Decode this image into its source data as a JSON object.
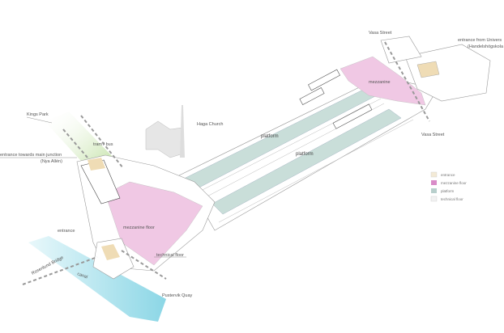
{
  "labels": {
    "kings_park": "Kings Park",
    "entrance_main_junction": "entrance towards main junction",
    "entrance_main_junction_sub": "(Nya Allén)",
    "tram_bus": "tram / bus",
    "haga_church": "Haga Church",
    "platform_upper": "platform",
    "platform_lower": "platform",
    "mezzanine_east": "mezzanine",
    "mezzanine_west": "mezzanine floor",
    "vasa_street_north": "Vasa Street",
    "vasa_street_south": "Vasa Street",
    "entrance_univ": "entrance from Univers",
    "entrance_univ_sub": "(Handelshögskola",
    "entrance_west": "entrance",
    "rosenlund_bridge": "Rosenlund Bridge",
    "canal": "canal",
    "technical_floor": "technical floor",
    "pustervik_quay": "Pustervik Quay"
  },
  "legend": [
    {
      "label": "entrance",
      "color": "#f3ead6"
    },
    {
      "label": "mezzanine floor",
      "color": "#d98cc8"
    },
    {
      "label": "platform",
      "color": "#b8cfcc"
    },
    {
      "label": "technical floor",
      "color": "#f2f2f2"
    }
  ],
  "colors": {
    "mezzanine": "#f0c8e4",
    "platform": "#c9ded9",
    "canal": "#8fd7e6",
    "park": "#cfe8b8",
    "entrance": "#efdcb5"
  }
}
